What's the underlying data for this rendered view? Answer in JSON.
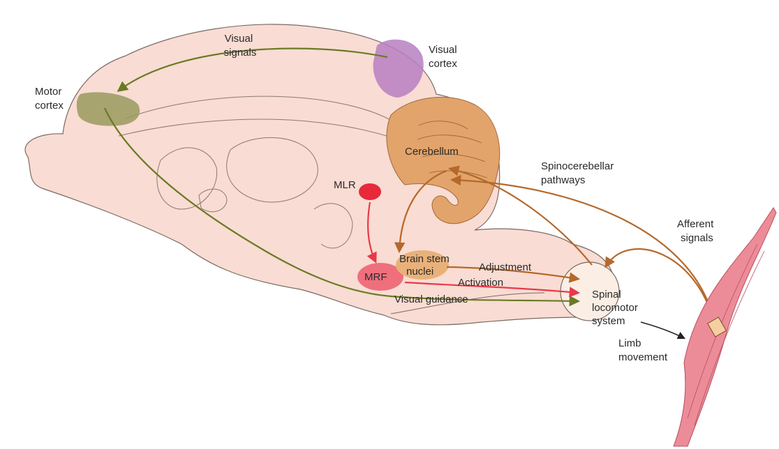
{
  "labels": {
    "visual_signals": [
      "Visual",
      "signals"
    ],
    "visual_cortex": [
      "Visual",
      "cortex"
    ],
    "motor_cortex": [
      "Motor",
      "cortex"
    ],
    "cerebellum": "Cerebellum",
    "spinocerebellar": [
      "Spinocerebellar",
      "pathways"
    ],
    "mlr": "MLR",
    "afferent": [
      "Afferent",
      "signals"
    ],
    "brainstem_nuclei": [
      "Brain stem",
      "nuclei"
    ],
    "mrf": "MRF",
    "adjustment": "Adjustment",
    "activation": "Activation",
    "visual_guidance": "Visual guidance",
    "spinal": [
      "Spinal",
      "locomotor",
      "system"
    ],
    "limb": [
      "Limb",
      "movement"
    ]
  },
  "colors": {
    "brain": "#f9dcd3",
    "outline": "#7a6a62",
    "visual_cortex": "#b77fc1",
    "motor_cortex": "#9a9a5e",
    "cerebellum": "#e2a46a",
    "mlr": "#e8293a",
    "mrf": "#ef6f7d",
    "brainstem_nuclei": "#e9b17a",
    "olive_path": "#6a7a24",
    "brown_path": "#b5682a",
    "red_path": "#e83a4a",
    "muscle": "#ec8c98"
  }
}
